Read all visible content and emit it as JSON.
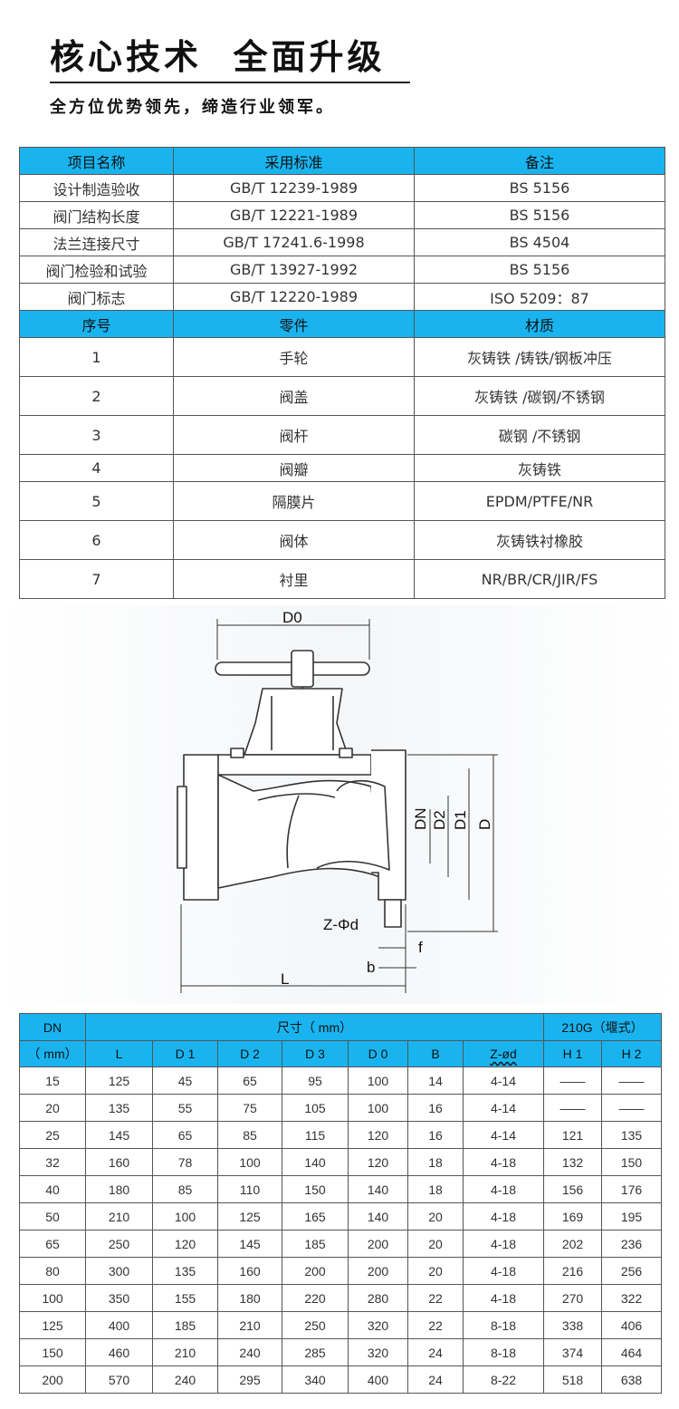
{
  "header": {
    "title": "核心技术  全面升级",
    "subtitle": "全方位优势领先，缔造行业领军。"
  },
  "standards_table": {
    "headers": [
      "项目名称",
      "采用标准",
      "备注"
    ],
    "rows": [
      [
        "设计制造验收",
        "GB/T 12239-1989",
        "BS 5156"
      ],
      [
        "阀门结构长度",
        "GB/T 12221-1989",
        "BS 5156"
      ],
      [
        "法兰连接尺寸",
        "GB/T 17241.6-1998",
        "BS 4504"
      ],
      [
        "阀门检验和试验",
        "GB/T 13927-1992",
        "BS 5156"
      ],
      [
        "阀门标志",
        "GB/T 12220-1989",
        "ISO 5209：87"
      ]
    ]
  },
  "parts_table": {
    "headers": [
      "序号",
      "零件",
      "材质"
    ],
    "rows": [
      [
        "1",
        "手轮",
        "灰铸铁 /铸铁/钢板冲压"
      ],
      [
        "2",
        "阀盖",
        "灰铸铁 /碳钢/不锈钢"
      ],
      [
        "3",
        "阀杆",
        "碳钢 /不锈钢"
      ],
      [
        "4",
        "阀瓣",
        "灰铸铁"
      ],
      [
        "5",
        "隔膜片",
        "EPDM/PTFE/NR"
      ],
      [
        "6",
        "阀体",
        "灰铸铁衬橡胶"
      ],
      [
        "7",
        "衬里",
        "NR/BR/CR/JIR/FS"
      ]
    ]
  },
  "drawing_labels": {
    "d0": "D0",
    "dn": "DN",
    "d2": "D2",
    "d1": "D1",
    "d": "D",
    "z": "Z-Φd",
    "f": "f",
    "b": "b",
    "l": "L"
  },
  "dimensions_table": {
    "dn_label": "DN",
    "dn_unit": "（ mm）",
    "group_label": "尺寸（ mm）",
    "weir_label": "210G（堰式）",
    "columns": [
      "L",
      "D 1",
      "D 2",
      "D 3",
      "D 0",
      "B",
      "Z-ød",
      "H 1",
      "H 2"
    ],
    "rows": [
      [
        "15",
        "125",
        "45",
        "65",
        "95",
        "100",
        "14",
        "4-14",
        "——",
        "——"
      ],
      [
        "20",
        "135",
        "55",
        "75",
        "105",
        "100",
        "16",
        "4-14",
        "——",
        "——"
      ],
      [
        "25",
        "145",
        "65",
        "85",
        "115",
        "120",
        "16",
        "4-14",
        "121",
        "135"
      ],
      [
        "32",
        "160",
        "78",
        "100",
        "140",
        "120",
        "18",
        "4-18",
        "132",
        "150"
      ],
      [
        "40",
        "180",
        "85",
        "110",
        "150",
        "140",
        "18",
        "4-18",
        "156",
        "176"
      ],
      [
        "50",
        "210",
        "100",
        "125",
        "165",
        "140",
        "20",
        "4-18",
        "169",
        "195"
      ],
      [
        "65",
        "250",
        "120",
        "145",
        "185",
        "200",
        "20",
        "4-18",
        "202",
        "236"
      ],
      [
        "80",
        "300",
        "135",
        "160",
        "200",
        "200",
        "20",
        "4-18",
        "216",
        "256"
      ],
      [
        "100",
        "350",
        "155",
        "180",
        "220",
        "280",
        "22",
        "4-18",
        "270",
        "322"
      ],
      [
        "125",
        "400",
        "185",
        "210",
        "250",
        "320",
        "22",
        "8-18",
        "338",
        "406"
      ],
      [
        "150",
        "460",
        "210",
        "240",
        "285",
        "320",
        "24",
        "8-18",
        "374",
        "464"
      ],
      [
        "200",
        "570",
        "240",
        "295",
        "340",
        "400",
        "24",
        "8-22",
        "518",
        "638"
      ]
    ]
  },
  "colors": {
    "header_fill": "#19b4ef"
  }
}
